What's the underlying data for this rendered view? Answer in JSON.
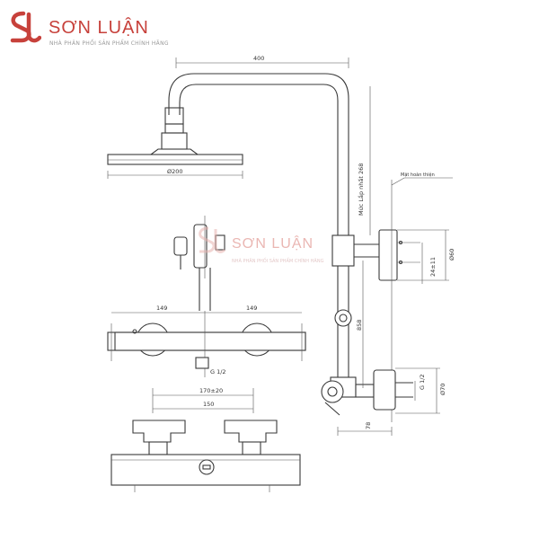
{
  "brand": {
    "name": "SƠN LUẬN",
    "tagline": "NHÀ PHÂN PHỐI SẢN PHẨM CHÍNH HÃNG",
    "color_mark": "#c7413b",
    "color_text": "#c7413b"
  },
  "watermark": {
    "name": "SƠN LUẬN",
    "tagline": "NHÀ PHÂN PHỐI SẢN PHẨM CHÍNH HÃNG",
    "color": "#e8b4b0"
  },
  "dimensions": {
    "arm_length": "400",
    "head_diameter": "Ø200",
    "rail_height": "Mức Lắp nhất 268",
    "wall_note": "Mặt hoàn thiện",
    "height_858": "858",
    "dim_78": "78",
    "bracket_phi": "Ø60",
    "bracket_small": "24±11",
    "inlet_g": "G 1/2",
    "inlet_phi": "Ø70",
    "left_149": "149",
    "right_149": "149",
    "outlet_g": "G 1/2",
    "spacing_range": "170±20",
    "spacing_150": "150"
  }
}
